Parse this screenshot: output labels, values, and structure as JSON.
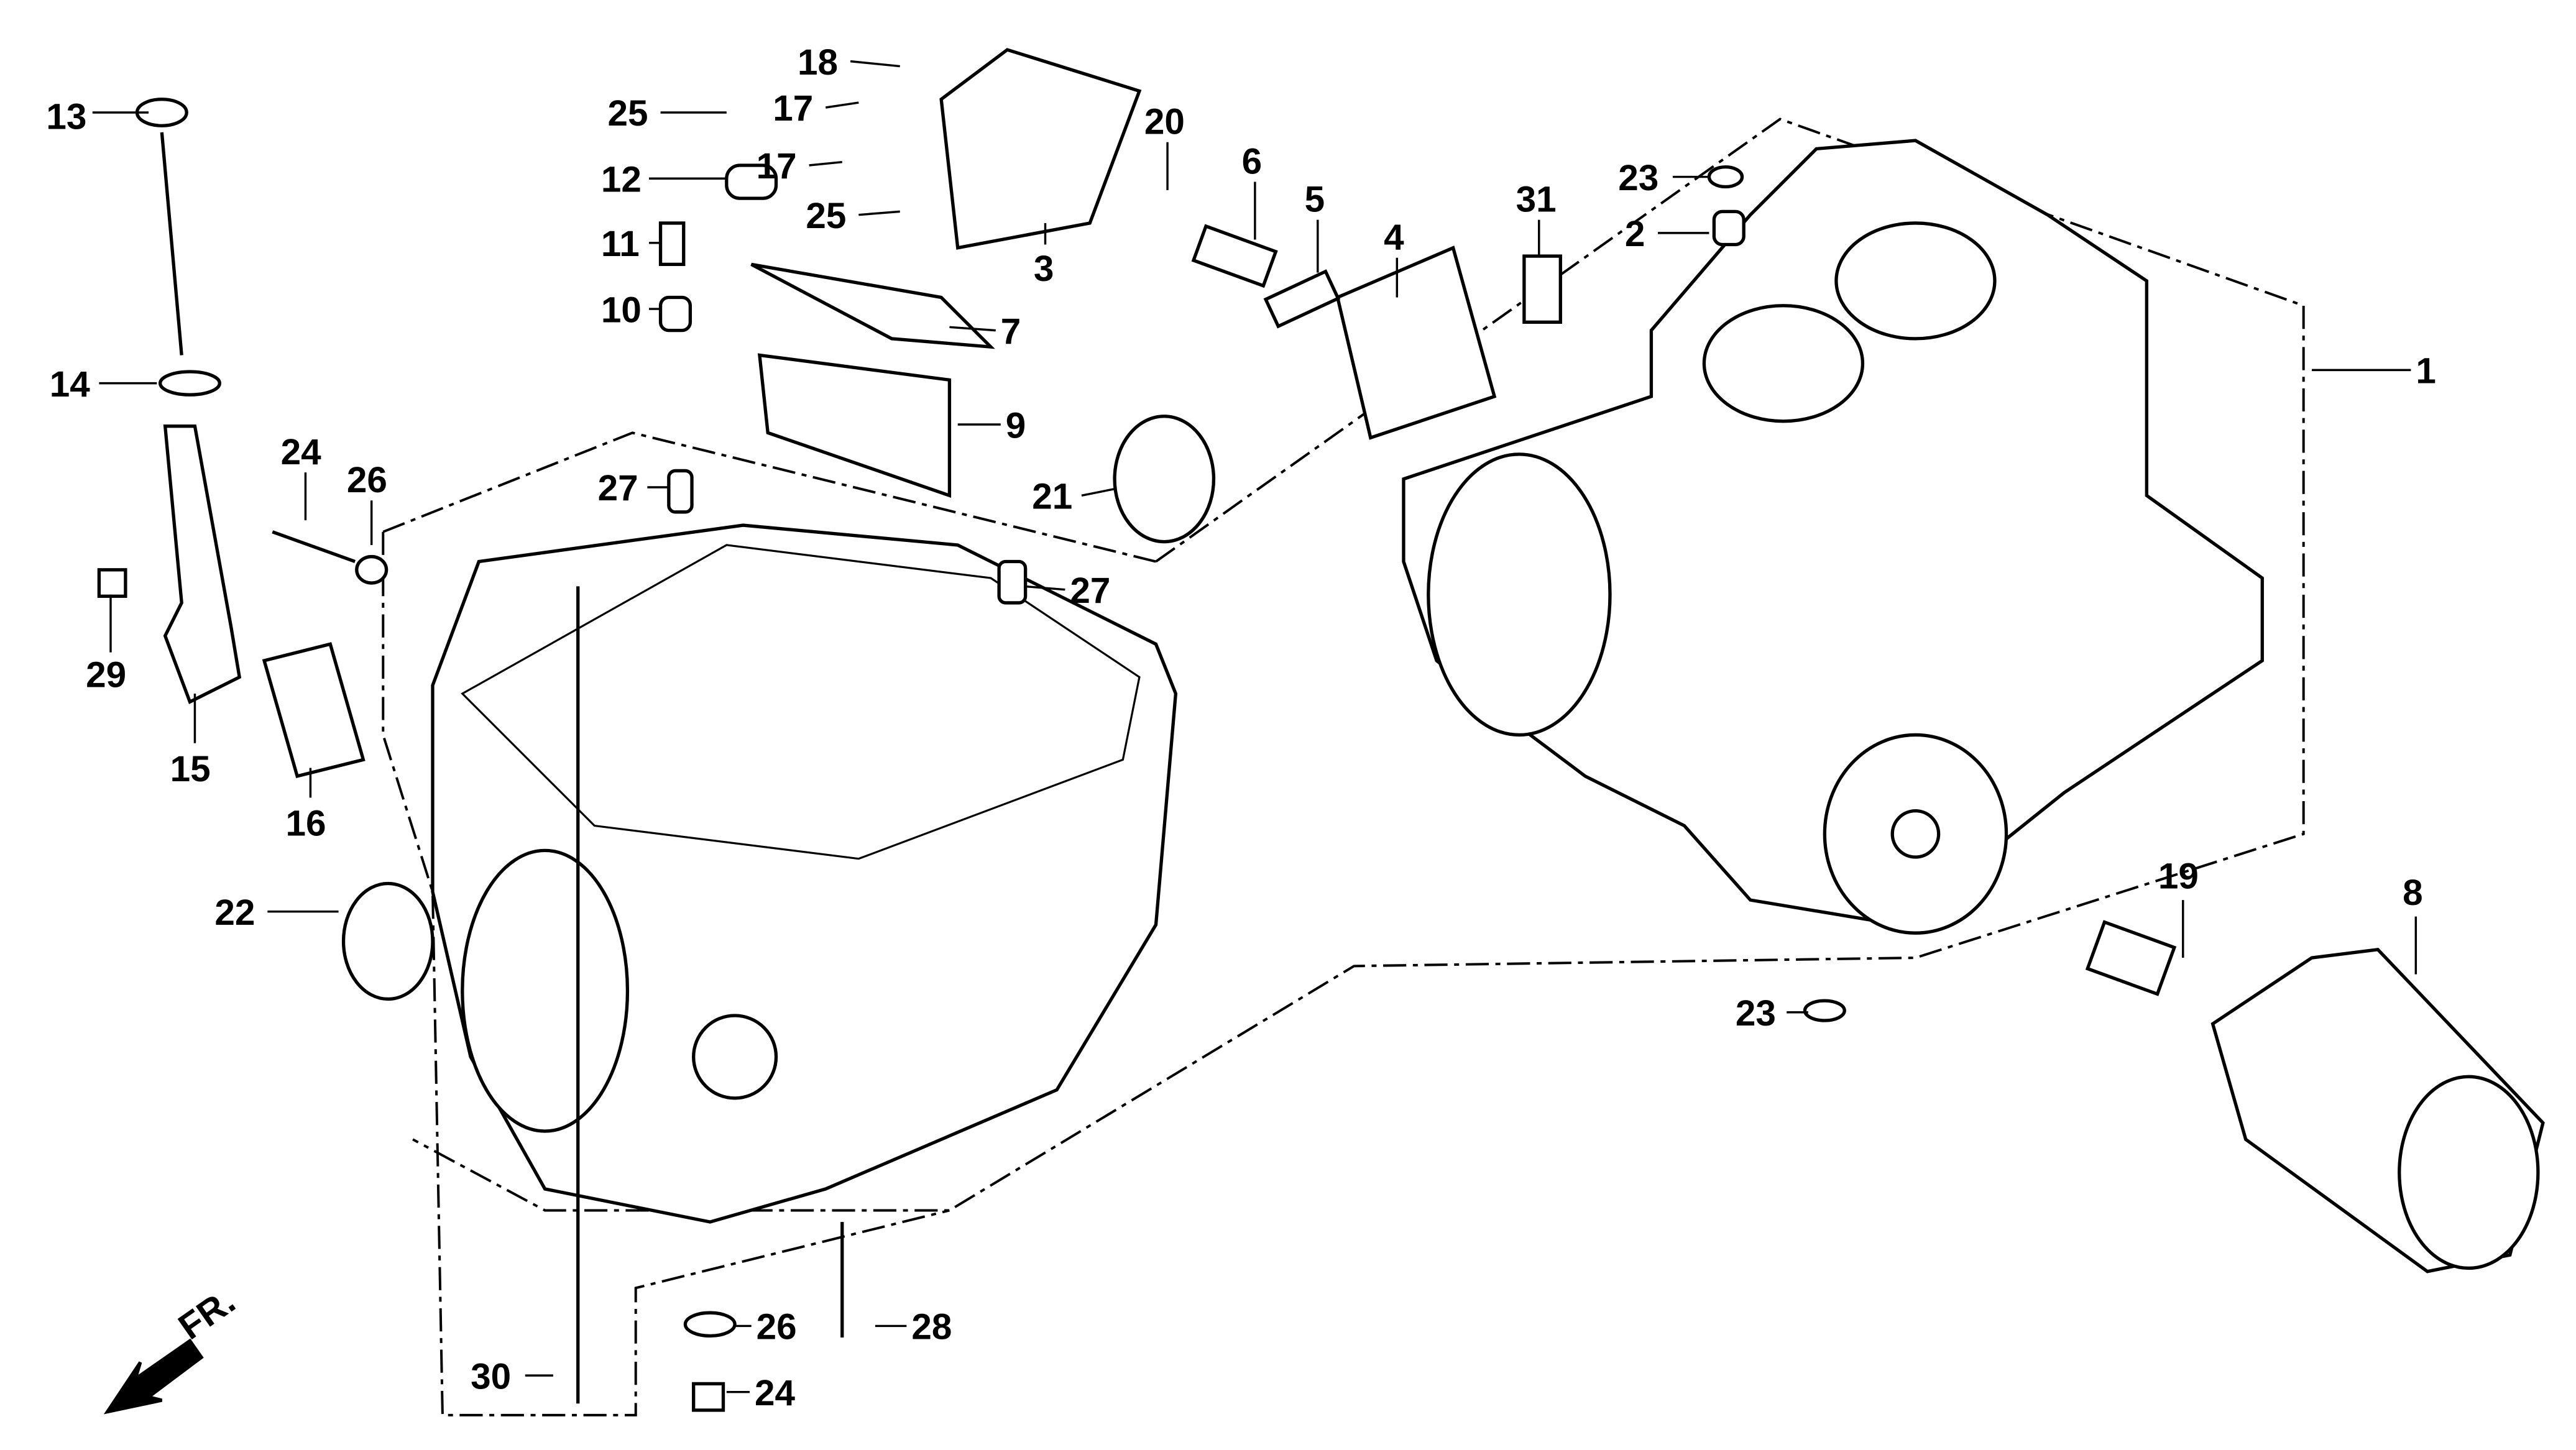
{
  "diagram": {
    "callouts": [
      "13",
      "25",
      "18",
      "17",
      "17",
      "25",
      "20",
      "12",
      "11",
      "10",
      "3",
      "7",
      "9",
      "6",
      "5",
      "4",
      "31",
      "23",
      "2",
      "1",
      "14",
      "24",
      "26",
      "27",
      "27",
      "21",
      "29",
      "15",
      "16",
      "22",
      "19",
      "8",
      "23",
      "26",
      "28",
      "30",
      "24"
    ],
    "direction_label": "FR."
  }
}
